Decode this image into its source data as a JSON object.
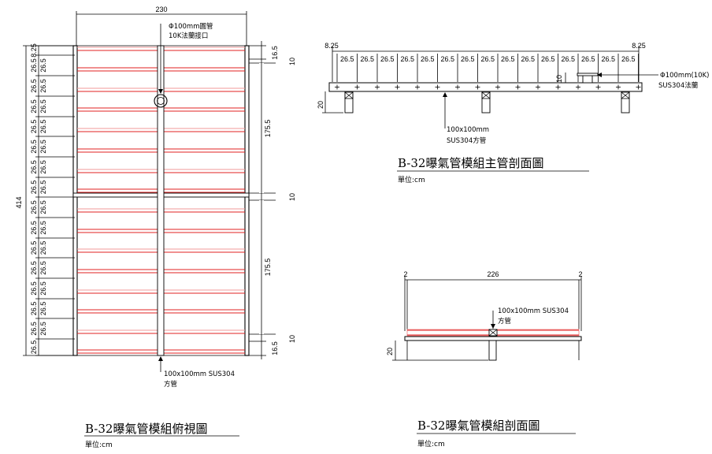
{
  "top_view": {
    "title": "B-32曝氣管模組俯視圖",
    "unit": "單位:cm",
    "width": "230",
    "height": "414",
    "left_dims": [
      "8.25",
      "26.5",
      "26.5",
      "26.5",
      "26.5",
      "26.5",
      "26.5",
      "26.5",
      "26.5",
      "26.5",
      "26.5",
      "26.5",
      "26.5",
      "26.5",
      "26.5",
      "26.5",
      "8.25"
    ],
    "right_dims": [
      "16.5",
      "10",
      "175.5",
      "10",
      "175.5",
      "10",
      "16.5"
    ],
    "inlet_note_1": "Φ100mm圓管",
    "inlet_note_2": "10K法蘭接口",
    "tube_note_1": "100x100mm SUS304",
    "tube_note_2": "方管"
  },
  "main_section": {
    "title": "B-32曝氣管模組主管剖面圖",
    "unit": "單位:cm",
    "end_dim_left": "8.25",
    "end_dim_right": "8.25",
    "spacing_dims": [
      "26.5",
      "26.5",
      "26.5",
      "26.5",
      "26.5",
      "26.5",
      "26.5",
      "26.5",
      "26.5",
      "26.5",
      "26.5",
      "26.5",
      "26.5",
      "26.5",
      "26.5"
    ],
    "flange_dim": "10",
    "height_dim": "20",
    "flange_note_1": "Φ100mm(10K)",
    "flange_note_2": "SUS304法蘭",
    "tube_note_1": "100x100mm",
    "tube_note_2": "SUS304方管"
  },
  "module_section": {
    "title": "B-32曝氣管模組剖面圖",
    "unit": "單位:cm",
    "dim_left": "2",
    "dim_center": "226",
    "dim_right": "2",
    "height_dim": "20",
    "tube_note_1": "100x100mm SUS304",
    "tube_note_2": "方管"
  },
  "colors": {
    "line": "#000000",
    "pipe_red": "#e02020",
    "pipe_pink": "#f29a9a",
    "gray": "#555555"
  }
}
